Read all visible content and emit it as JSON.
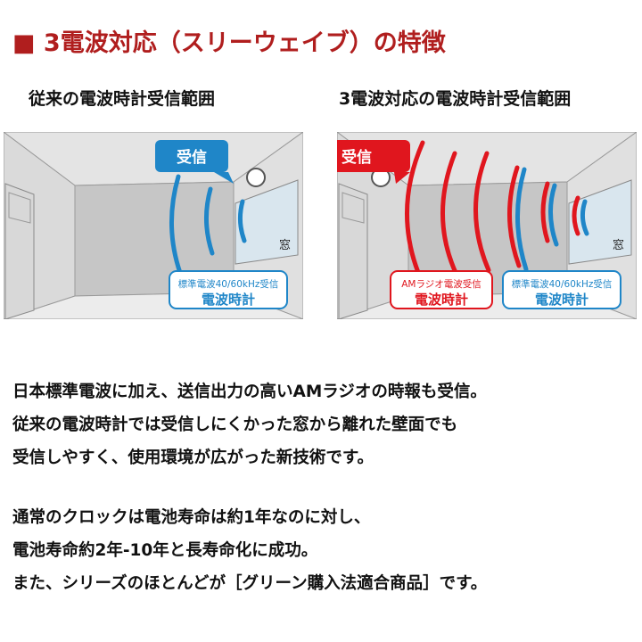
{
  "header": {
    "title": "■ 3電波対応（スリーウェイブ）の特徴"
  },
  "left_panel": {
    "caption": "従来の電波時計受信範囲",
    "bubble": "受信",
    "window_label": "窓",
    "box_small": "標準電波40/60kHz受信",
    "box_big": "電波時計",
    "colors": {
      "wave": "#1f86c8",
      "bubble": "#1f86c8"
    }
  },
  "right_panel": {
    "caption": "3電波対応の電波時計受信範囲",
    "bubble": "受信",
    "window_label": "窓",
    "box1_small": "AMラジオ電波受信",
    "box1_big": "電波時計",
    "box2_small": "標準電波40/60kHz受信",
    "box2_big": "電波時計",
    "colors": {
      "wave_red": "#e0161e",
      "wave_blue": "#1f86c8",
      "bubble": "#e0161e"
    }
  },
  "paragraph1": [
    "日本標準電波に加え、送信出力の高いAMラジオの時報も受信。",
    "従来の電波時計では受信しにくかった窓から離れた壁面でも",
    "受信しやすく、使用環境が広がった新技術です。"
  ],
  "paragraph2": [
    "通常のクロックは電池寿命は約1年なのに対し、",
    "電池寿命約2年-10年と長寿命化に成功。",
    "また、シリーズのほとんどが［グリーン購入法適合商品］です。"
  ]
}
